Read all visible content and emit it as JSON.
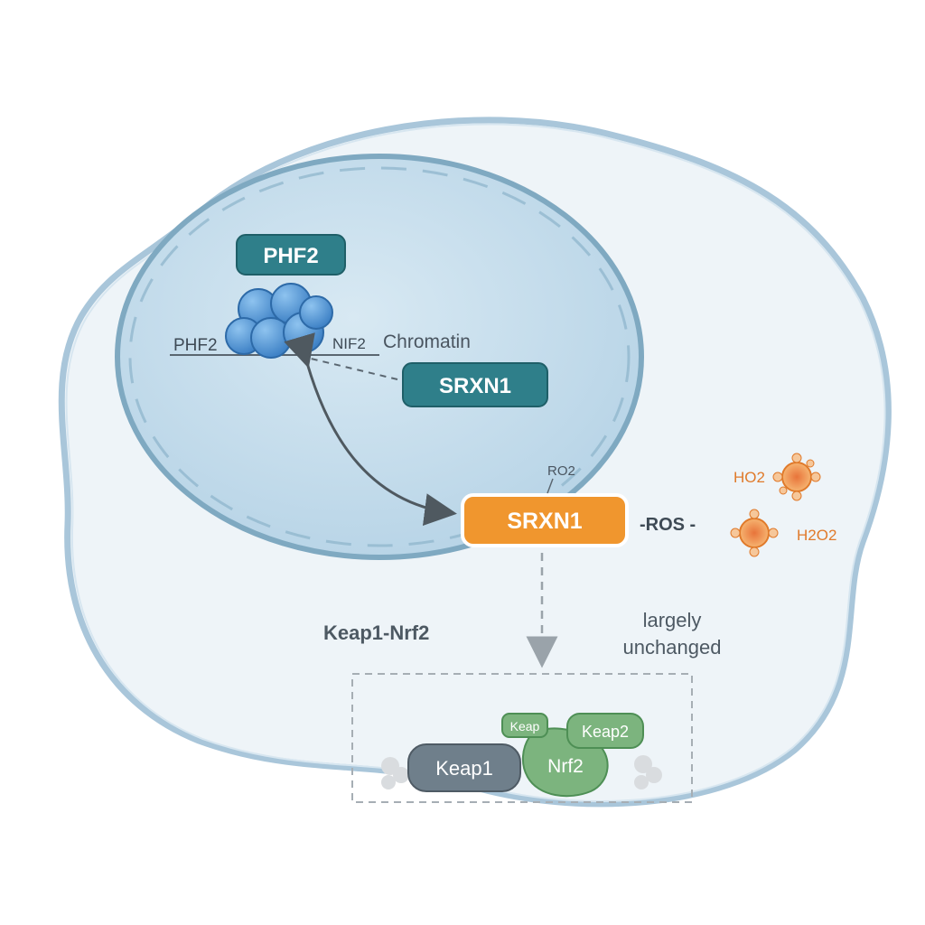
{
  "nucleus": {
    "phf2_box_label": "PHF2",
    "chromatin_left_label": "PHF2",
    "chromatin_right_label": "NIF2",
    "chromatin_label": "Chromatin",
    "srxn1_nuclear_label": "SRXN1"
  },
  "cytoplasm": {
    "srxn1_label": "SRXN1",
    "ros_label": "-ROS -",
    "ros_small_label": "RO2",
    "h2o2_top_label": "HO2",
    "h2o2_bottom_label": "H2O2",
    "pathway_label": "Keap1-Nrf2",
    "note_line1": "largely",
    "note_line2": "unchanged"
  },
  "complex": {
    "keap1_label": "Keap1",
    "nrf2_label": "Nrf2",
    "keap2_label": "Keap2",
    "small_tag_label": "Keap"
  },
  "colors": {
    "cell_fill": "#eef4f8",
    "cell_stroke": "#a9c6da",
    "nucleus_fill": "#c5deec",
    "teal_box": "#2f7f8a",
    "orange_box": "#f0962e",
    "green_protein": "#7cb47e",
    "gray_protein": "#6f7f8b",
    "text_dark": "#3e4a55"
  }
}
